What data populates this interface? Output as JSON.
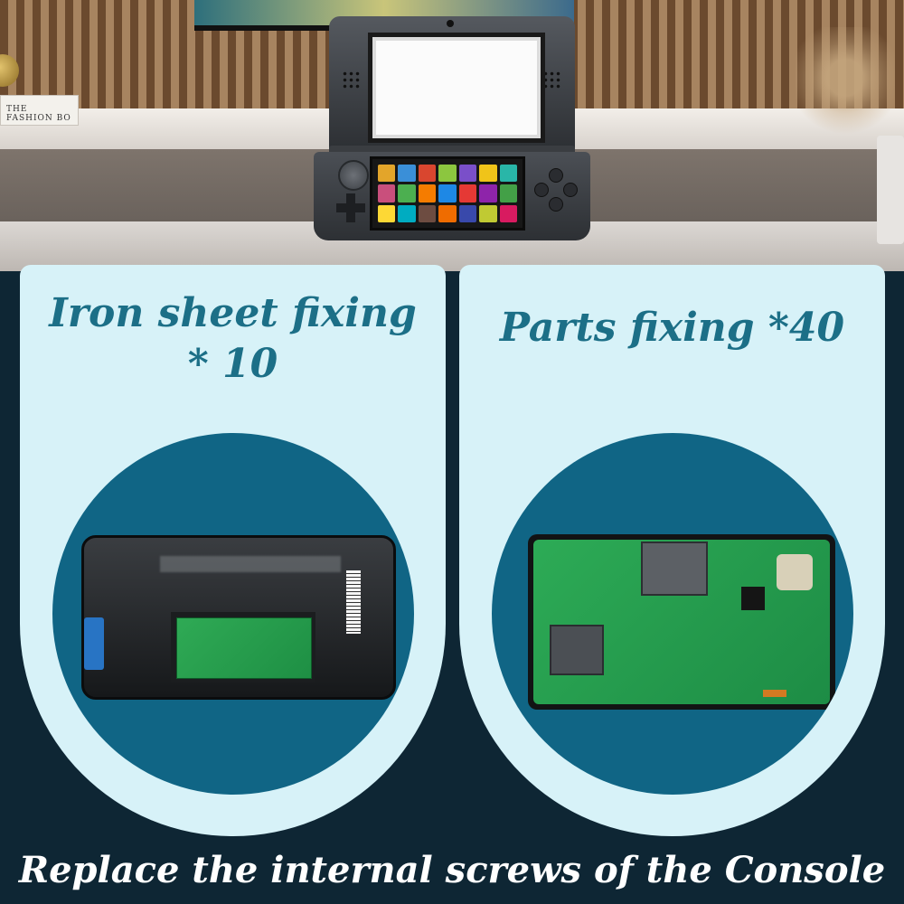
{
  "left_panel": {
    "title_line1": "Iron sheet fixing",
    "title_line2": "* 10"
  },
  "right_panel": {
    "title": "Parts fixing *40"
  },
  "caption": "Replace the internal screws of the Console",
  "book_spine": "THE FASHION BO",
  "colors": {
    "panel_bg": "#d7f2f8",
    "accent_title": "#1c6f87",
    "circle_bg": "#106585",
    "page_bg": "#0e2634",
    "caption_text": "#ffffff"
  }
}
